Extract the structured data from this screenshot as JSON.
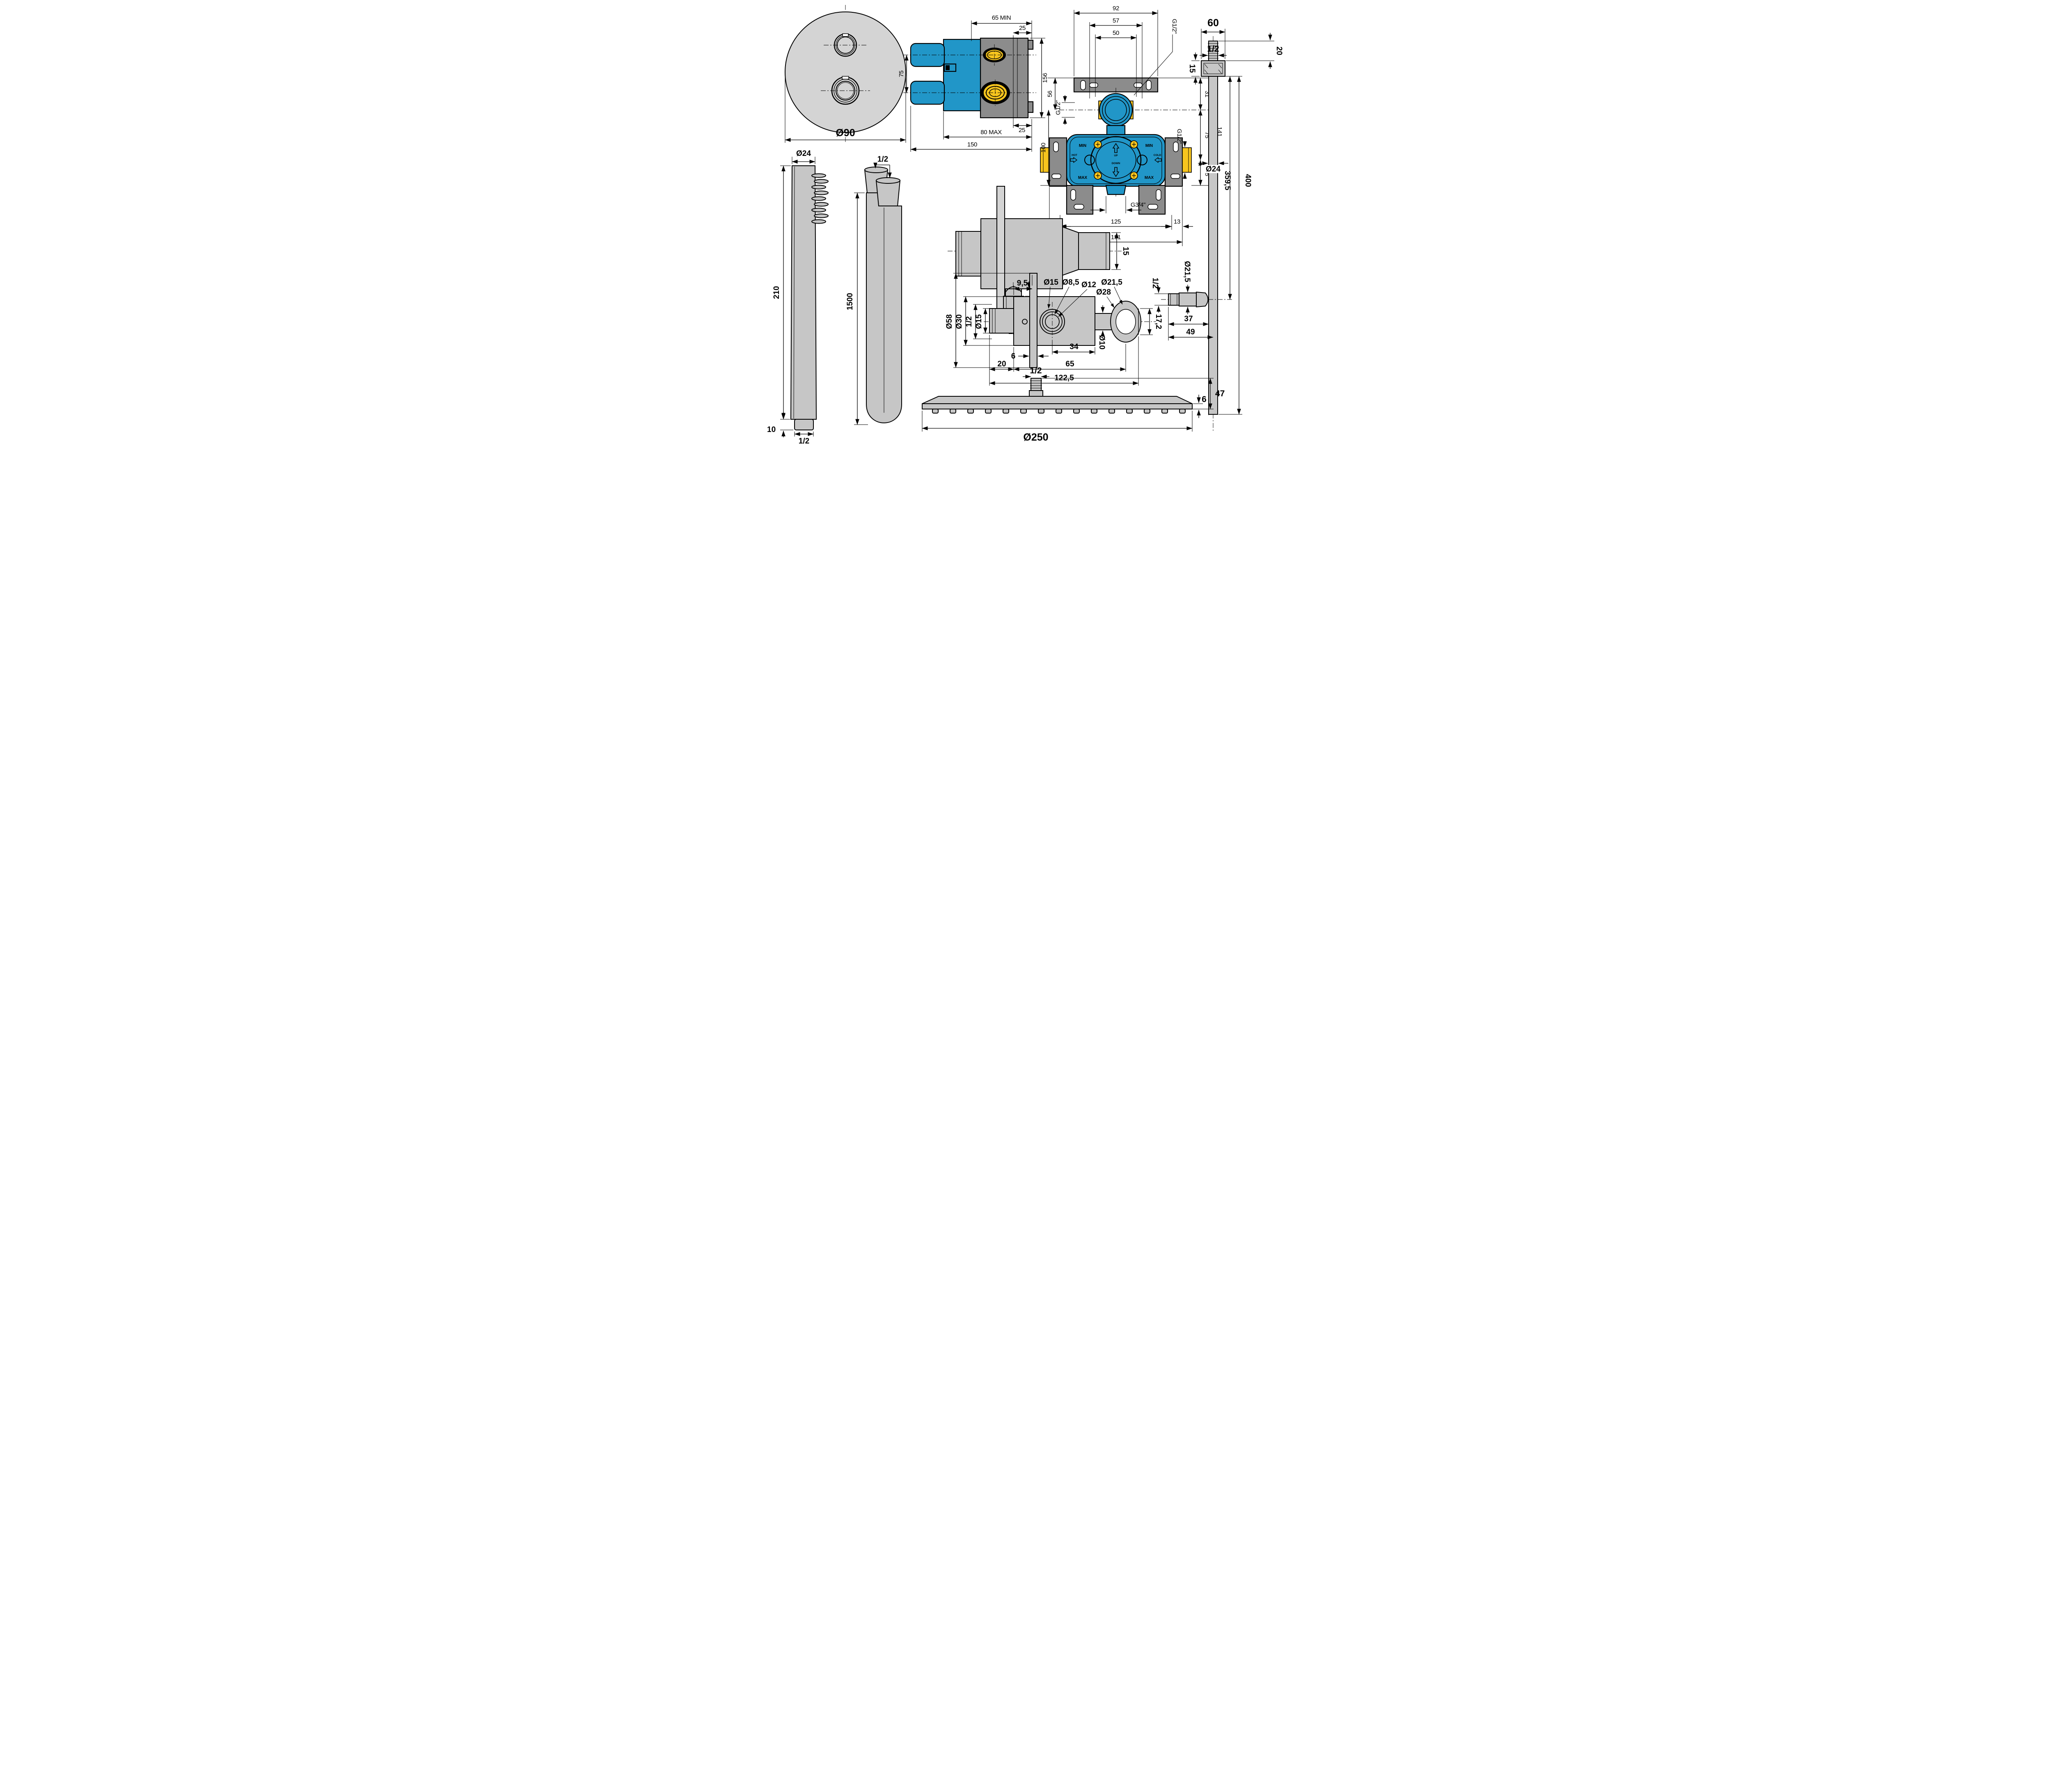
{
  "colors": {
    "background": "#ffffff",
    "valve_blue": "#2196C8",
    "fitting_yellow": "#F7C51E",
    "housing_gray": "#8C8C8C",
    "component_gray": "#C6C6C6",
    "plate_gray": "#D4D4D4",
    "line_black": "#000000"
  },
  "views": {
    "mixer_plate": {
      "dia": "Ø90"
    },
    "valve_side": {
      "min_depth": "65  MIN",
      "offset_top": "25",
      "spacing": "75",
      "height": "156",
      "offset_bottom": "25",
      "max_depth": "80  MAX",
      "depth_total": "150"
    },
    "valve_front": {
      "w92": "92",
      "w57": "57",
      "w50": "50",
      "g12": "G1/2\"",
      "g34": "G3/4\"",
      "h56": "56",
      "h100": "100",
      "h31": "31",
      "h75": "75",
      "h35": "35",
      "h141": "141",
      "e13": "13",
      "c125": "125",
      "w151": "151",
      "min": "MIN",
      "max": "MAX",
      "hot": "HOT",
      "cold": "COLD",
      "up": "UP",
      "down": "DOWN"
    },
    "ceiling_arm": {
      "w60": "60",
      "t12": "1/2",
      "t20": "20",
      "t15": "15",
      "l3595": "359,5",
      "l400": "400",
      "d24": "Ø24",
      "d215": "Ø21,5",
      "o12": "1/2",
      "w37": "37",
      "w49": "49"
    },
    "hand_shower": {
      "d24": "Ø24",
      "l210": "210",
      "l10": "10",
      "t12": "1/2"
    },
    "hose": {
      "t12": "1/2",
      "l1500": "1500"
    },
    "wall_elbow": {
      "d15": "15",
      "d10": "10",
      "d14": "14",
      "t12": "1/2"
    },
    "holder": {
      "o95": "9,5",
      "d15c": "Ø15",
      "d85": "Ø8,5",
      "d12": "Ø12",
      "d215": "Ø21,5",
      "d28": "Ø28",
      "d58": "Ø58",
      "d30": "Ø30",
      "t12": "1/2",
      "d15": "Ø15",
      "w172": "17,2",
      "d10": "Ø10",
      "w6": "6",
      "w34": "34",
      "w20": "20",
      "w65": "65",
      "w1225": "122,5"
    },
    "shower_head": {
      "t12": "1/2",
      "h47": "47",
      "h6": "6",
      "d250": "Ø250"
    }
  }
}
